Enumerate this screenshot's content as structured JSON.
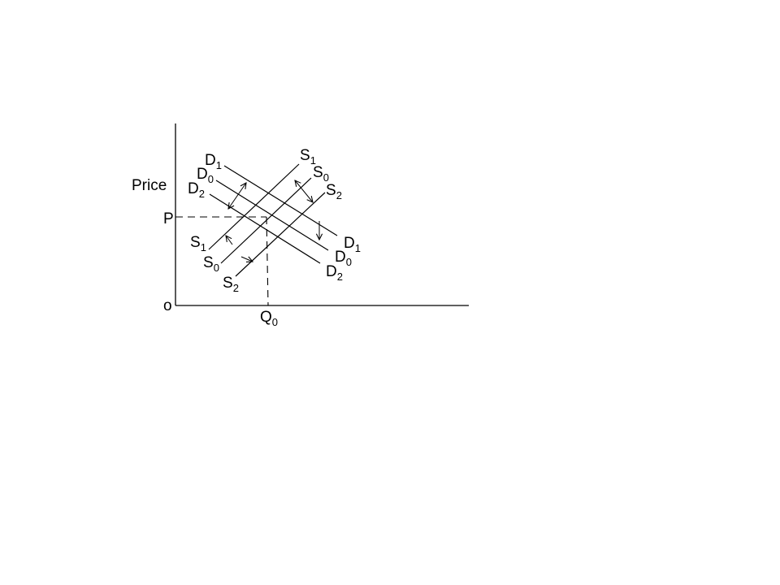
{
  "axis_labels": {
    "y": "Price",
    "origin": "o",
    "price_mark": "P",
    "quantity_main": "Q",
    "quantity_sub": "0"
  },
  "curves": {
    "D1": {
      "main": "D",
      "sub": "1"
    },
    "D0": {
      "main": "D",
      "sub": "0"
    },
    "D2": {
      "main": "D",
      "sub": "2"
    },
    "S1": {
      "main": "S",
      "sub": "1"
    },
    "S0": {
      "main": "S",
      "sub": "0"
    },
    "S2": {
      "main": "S",
      "sub": "2"
    }
  },
  "colors": {
    "ink": "#000000",
    "background": "#ffffff"
  }
}
